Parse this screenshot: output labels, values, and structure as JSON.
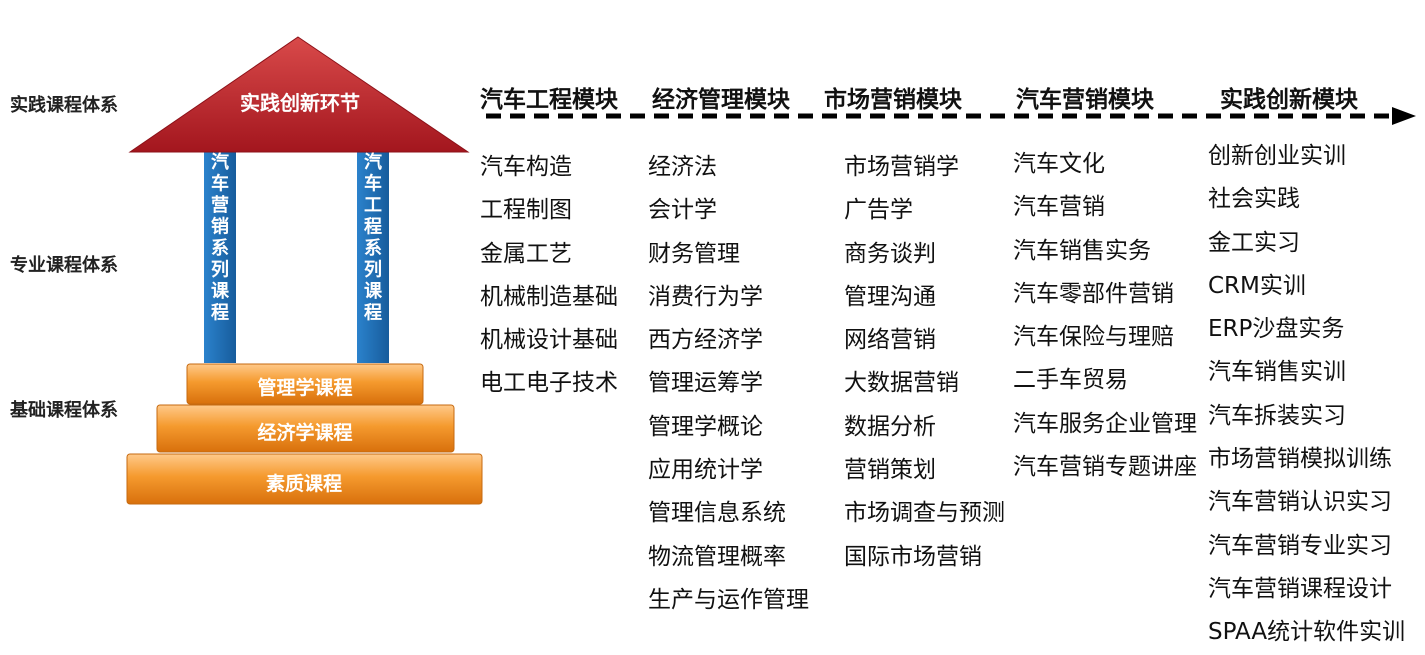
{
  "levels": {
    "practice": "实践课程体系",
    "major": "专业课程体系",
    "base": "基础课程体系"
  },
  "house": {
    "roof": "实践创新环节",
    "pillar_left": "汽车营销系列课程",
    "pillar_right": "汽车工程系列课程",
    "steps": [
      "管理学课程",
      "经济学课程",
      "素质课程"
    ]
  },
  "modules": [
    {
      "title": "汽车工程模块",
      "courses": [
        "汽车构造",
        "工程制图",
        "金属工艺",
        "机械制造基础",
        "机械设计基础",
        "电工电子技术"
      ]
    },
    {
      "title": "经济管理模块",
      "courses": [
        "经济法",
        "会计学",
        "财务管理",
        "消费行为学",
        "西方经济学",
        "管理运筹学",
        "管理学概论",
        "应用统计学",
        "管理信息系统",
        "物流管理概率",
        "生产与运作管理"
      ]
    },
    {
      "title": "市场营销模块",
      "courses": [
        "市场营销学",
        "广告学",
        "商务谈判",
        "管理沟通",
        "网络营销",
        "大数据营销",
        "数据分析",
        "营销策划",
        "市场调查与预测",
        "国际市场营销"
      ]
    },
    {
      "title": "汽车营销模块",
      "courses": [
        "汽车文化",
        "汽车营销",
        "汽车销售实务",
        "汽车零部件营销",
        "汽车保险与理赔",
        "二手车贸易",
        "汽车服务企业管理",
        "汽车营销专题讲座"
      ]
    },
    {
      "title": "实践创新模块",
      "courses": [
        "创新创业实训",
        "社会实践",
        "金工实习",
        "CRM实训",
        "ERP沙盘实务",
        "汽车销售实训",
        "汽车拆装实习",
        "市场营销模拟训练",
        "汽车营销认识实习",
        "汽车营销专业实习",
        "汽车营销课程设计",
        "SPAA统计软件实训"
      ]
    }
  ],
  "colors": {
    "roof": "#b5232a",
    "pillar": "#1f6fb5",
    "step": "#f08a1c"
  }
}
